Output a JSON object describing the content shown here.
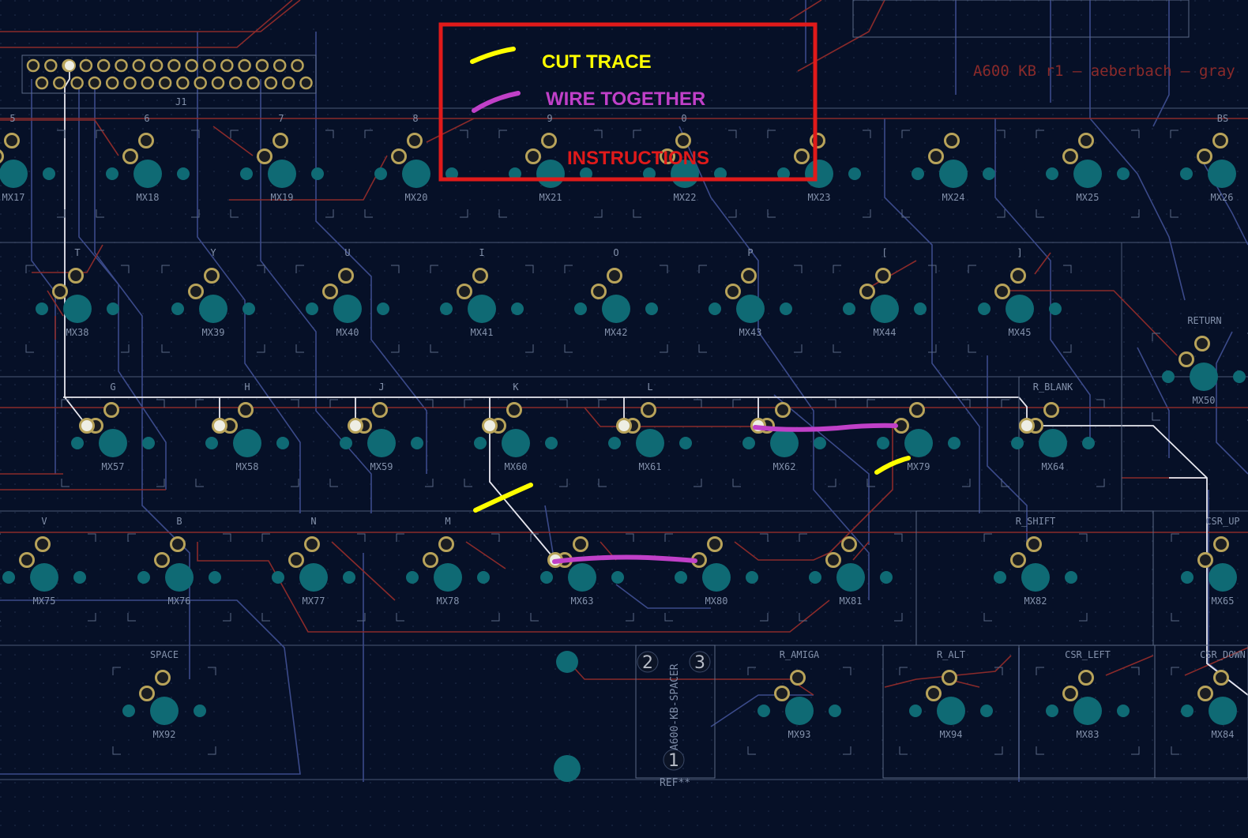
{
  "board_title": "A600 KB r1 — aeberbach — gray",
  "legend": {
    "heading": "INSTRUCTIONS",
    "items": [
      {
        "label": "CUT TRACE",
        "color": "#ffff00"
      },
      {
        "label": "WIRE TOGETHER",
        "color": "#c040c8"
      }
    ]
  },
  "spacer": {
    "label": "A600-KB-SPACER",
    "ref": "REF**",
    "pads": [
      "2",
      "3",
      "1"
    ]
  },
  "connector": {
    "label": "J1"
  },
  "switches": [
    "MX17",
    "MX18",
    "MX19",
    "MX20",
    "MX21",
    "MX22",
    "MX23",
    "MX24",
    "MX25",
    "MX26",
    "MX38",
    "MX39",
    "MX40",
    "MX41",
    "MX42",
    "MX43",
    "MX44",
    "MX45",
    "MX50",
    "MX57",
    "MX58",
    "MX59",
    "MX60",
    "MX61",
    "MX62",
    "MX79",
    "MX64",
    "MX75",
    "MX76",
    "MX77",
    "MX78",
    "MX63",
    "MX80",
    "MX81",
    "MX82",
    "MX65",
    "MX92",
    "MX93",
    "MX94",
    "MX83",
    "MX84"
  ],
  "key_legends": [
    "5",
    "6",
    "7",
    "8",
    "9",
    "0",
    "BS",
    "T",
    "Y",
    "U",
    "I",
    "O",
    "P",
    "[",
    "]",
    "RETURN",
    "G",
    "H",
    "J",
    "K",
    "L",
    "R_BLANK",
    "V",
    "B",
    "N",
    "M",
    "R_SHIFT",
    "CSR_UP",
    "SPACE",
    "R_AMIGA",
    "R_ALT",
    "CSR_LEFT",
    "CSR_DOWN"
  ],
  "colors": {
    "background": "#061027",
    "front_copper": "#8a2a2a",
    "back_copper": "#3b4a8a",
    "pad": "#0f6a74",
    "highlight_trace": "#e8e8f0"
  }
}
